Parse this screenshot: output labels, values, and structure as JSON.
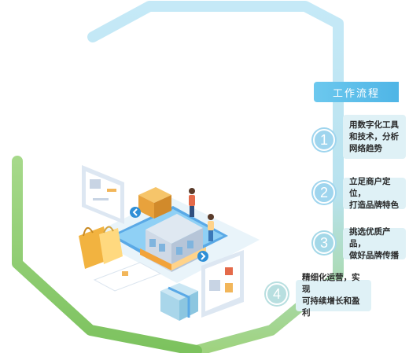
{
  "panel": {
    "title": "工作流程"
  },
  "steps": [
    {
      "number": "1",
      "text": "用数字化工具\n和技术，分析\n网络趋势"
    },
    {
      "number": "2",
      "text": "立足商户定位，\n打造品牌特色"
    },
    {
      "number": "3",
      "text": "挑选优质产品，\n做好品牌传播"
    },
    {
      "number": "4",
      "text": "精细化运营，实现\n可持续增长和盈利"
    }
  ],
  "colors": {
    "hex_top": "#bfe6f6",
    "hex_bottom": "#8cc86a",
    "accent": "#4fb5e6",
    "step_bg": "#dff1f6"
  },
  "illustration": {
    "icons": [
      "store-icon",
      "shopping-bag-icon",
      "delivery-box-icon",
      "gift-box-icon",
      "credit-card-icon",
      "phone-icon",
      "shopper-person-icon"
    ]
  }
}
